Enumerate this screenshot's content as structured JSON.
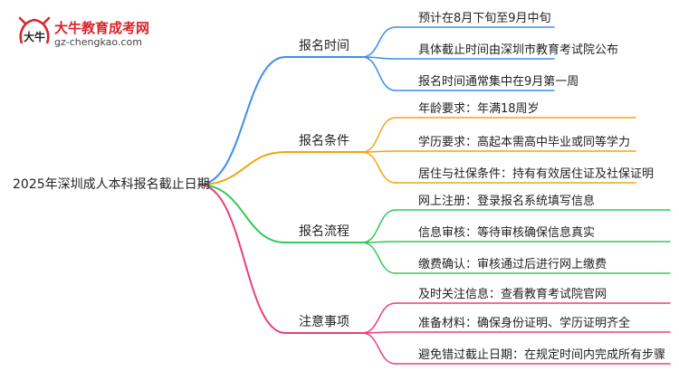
{
  "logo": {
    "title": "大牛教育成考网",
    "url": "gz-chengkao.com",
    "mark_text": "大牛"
  },
  "mindmap": {
    "root": "2025年深圳成人本科报名截止日期",
    "branches": [
      {
        "label": "报名时间",
        "color": "#3b8ff0",
        "items": [
          "预计在8月下旬至9月中旬",
          "具体截止时间由深圳市教育考试院公布",
          "报名时间通常集中在9月第一周"
        ]
      },
      {
        "label": "报名条件",
        "color": "#f2a40e",
        "items": [
          "年龄要求：年满18周岁",
          "学历要求：高起本需高中毕业或同等学力",
          "居住与社保条件：持有有效居住证及社保证明"
        ]
      },
      {
        "label": "报名流程",
        "color": "#32c85a",
        "items": [
          "网上注册：登录报名系统填写信息",
          "信息审核：等待审核确保信息真实",
          "缴费确认：审核通过后进行网上缴费"
        ]
      },
      {
        "label": "注意事项",
        "color": "#e8407a",
        "items": [
          "及时关注信息：查看教育考试院官网",
          "准备材料：确保身份证明、学历证明齐全",
          "避免错过截止日期：在规定时间内完成所有步骤"
        ]
      }
    ]
  }
}
